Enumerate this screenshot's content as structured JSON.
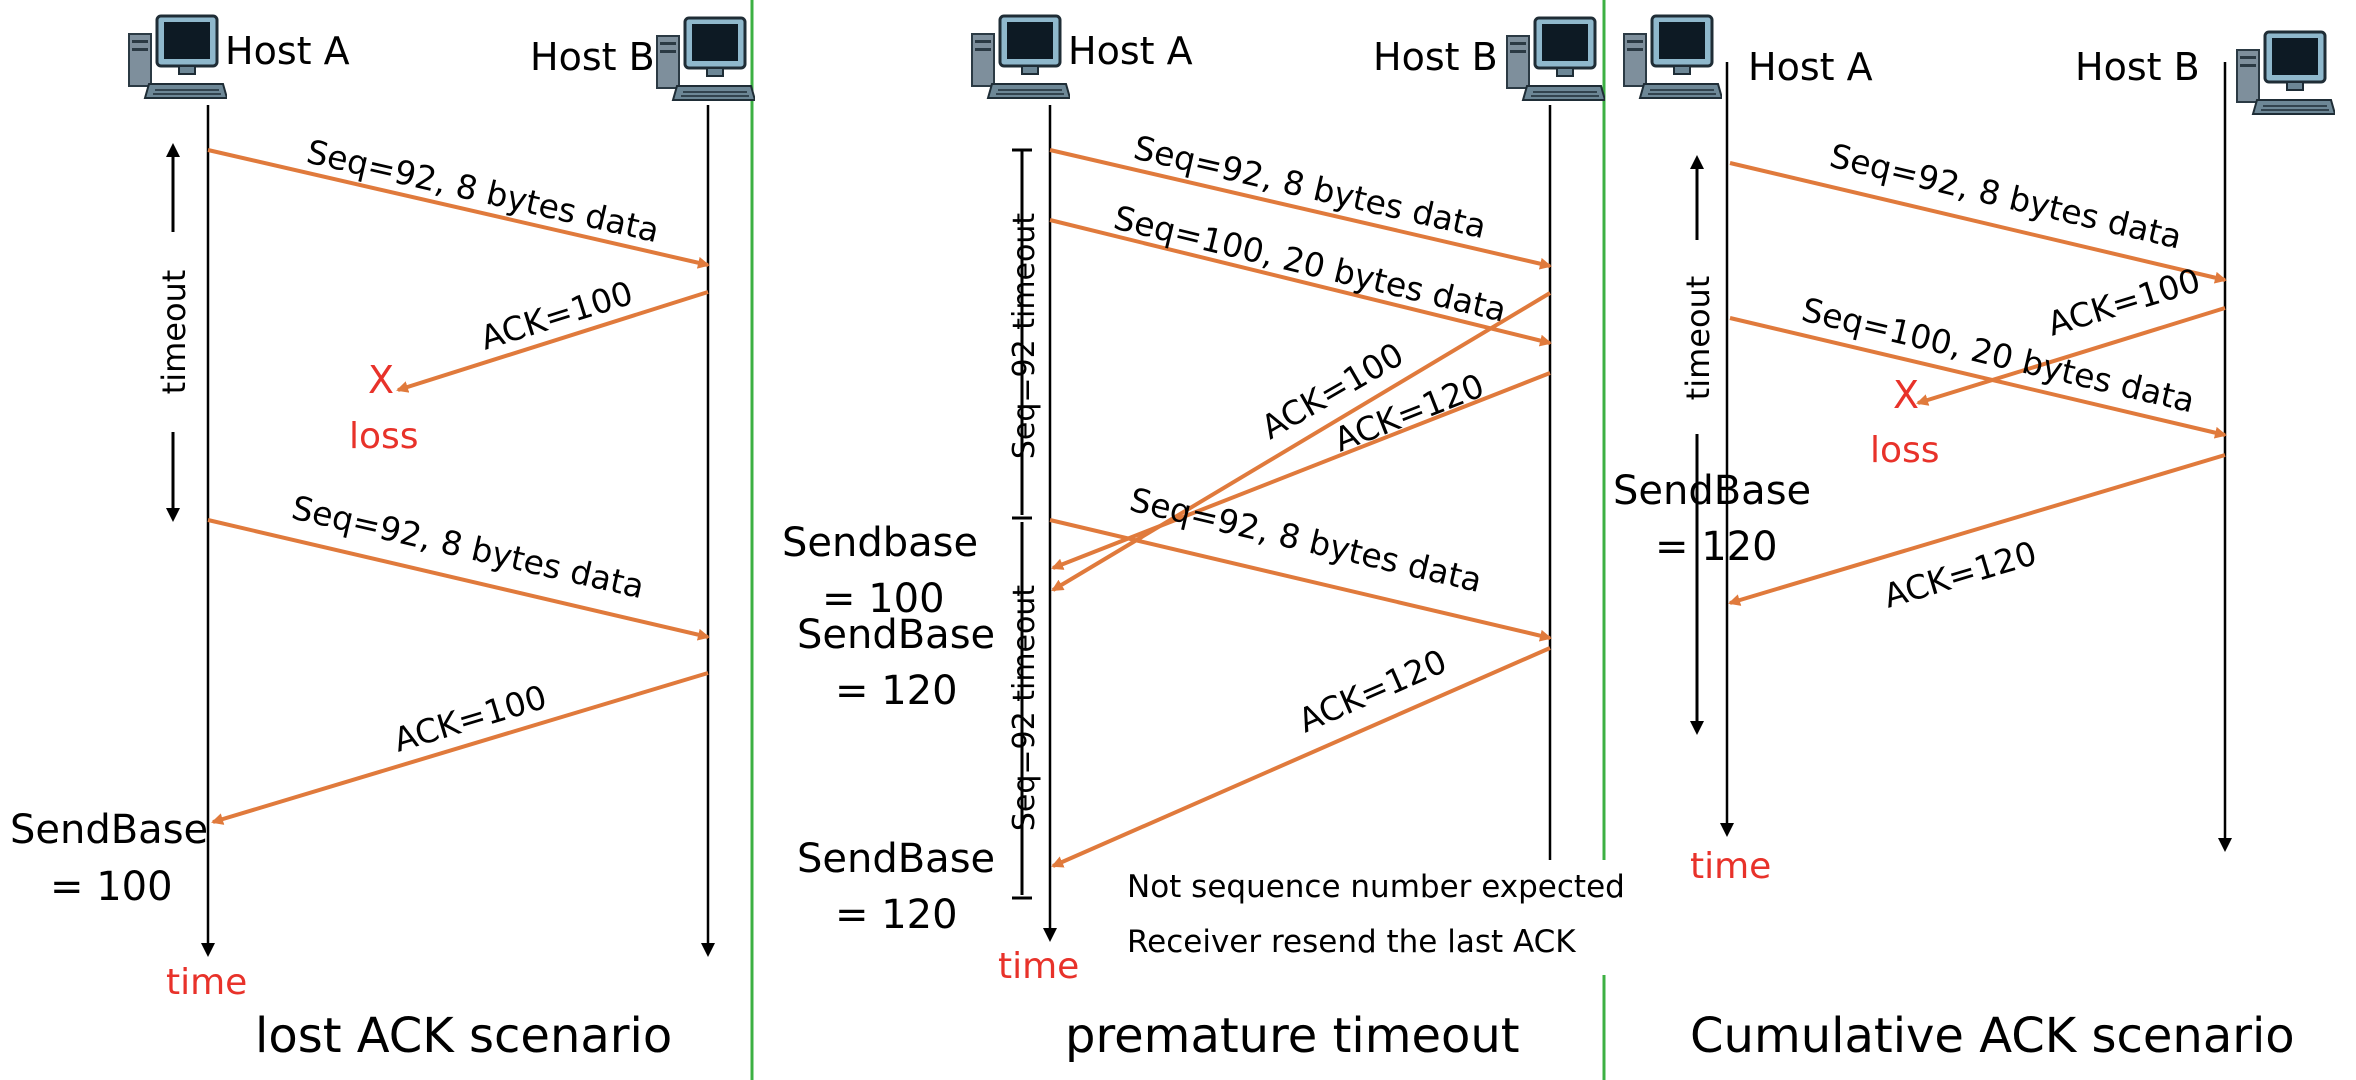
{
  "colors": {
    "arrow": "#e07a3c",
    "divider": "#3cb043",
    "loss": "#e8322a",
    "line": "#000000"
  },
  "icons": [
    "computer-icon"
  ],
  "panels": [
    {
      "host_a": "Host A",
      "host_b": "Host B",
      "messages": [
        "Seq=92, 8 bytes data",
        "ACK=100",
        "Seq=92, 8 bytes data",
        "ACK=100"
      ],
      "timer": "timeout",
      "loss_mark": "X",
      "loss_label": "loss",
      "sendbase": [
        "SendBase",
        "= 100"
      ],
      "time_label": "time",
      "caption": "lost ACK scenario"
    },
    {
      "host_a": "Host A",
      "host_b": "Host B",
      "messages": [
        "Seq=92, 8 bytes data",
        "Seq=100, 20 bytes data",
        "ACK=100",
        "ACK=120",
        "Seq=92, 8 bytes data",
        "ACK=120"
      ],
      "timers": [
        "Seq=92 timeout",
        "Seq=92 timeout"
      ],
      "sendbase_1": [
        "Sendbase",
        "= 100"
      ],
      "sendbase_2": [
        "SendBase",
        "= 120"
      ],
      "sendbase_3": [
        "SendBase",
        "= 120"
      ],
      "note": [
        "Not sequence number expected",
        "Receiver resend the last ACK"
      ],
      "time_label": "time",
      "caption": "premature timeout"
    },
    {
      "host_a": "Host A",
      "host_b": "Host B",
      "messages": [
        "Seq=92, 8 bytes data",
        "ACK=100",
        "Seq=100, 20 bytes data",
        "ACK=120"
      ],
      "timer": "timeout",
      "loss_mark": "X",
      "loss_label": "loss",
      "sendbase": [
        "SendBase",
        "= 120"
      ],
      "time_label": "time",
      "caption": "Cumulative ACK scenario"
    }
  ]
}
